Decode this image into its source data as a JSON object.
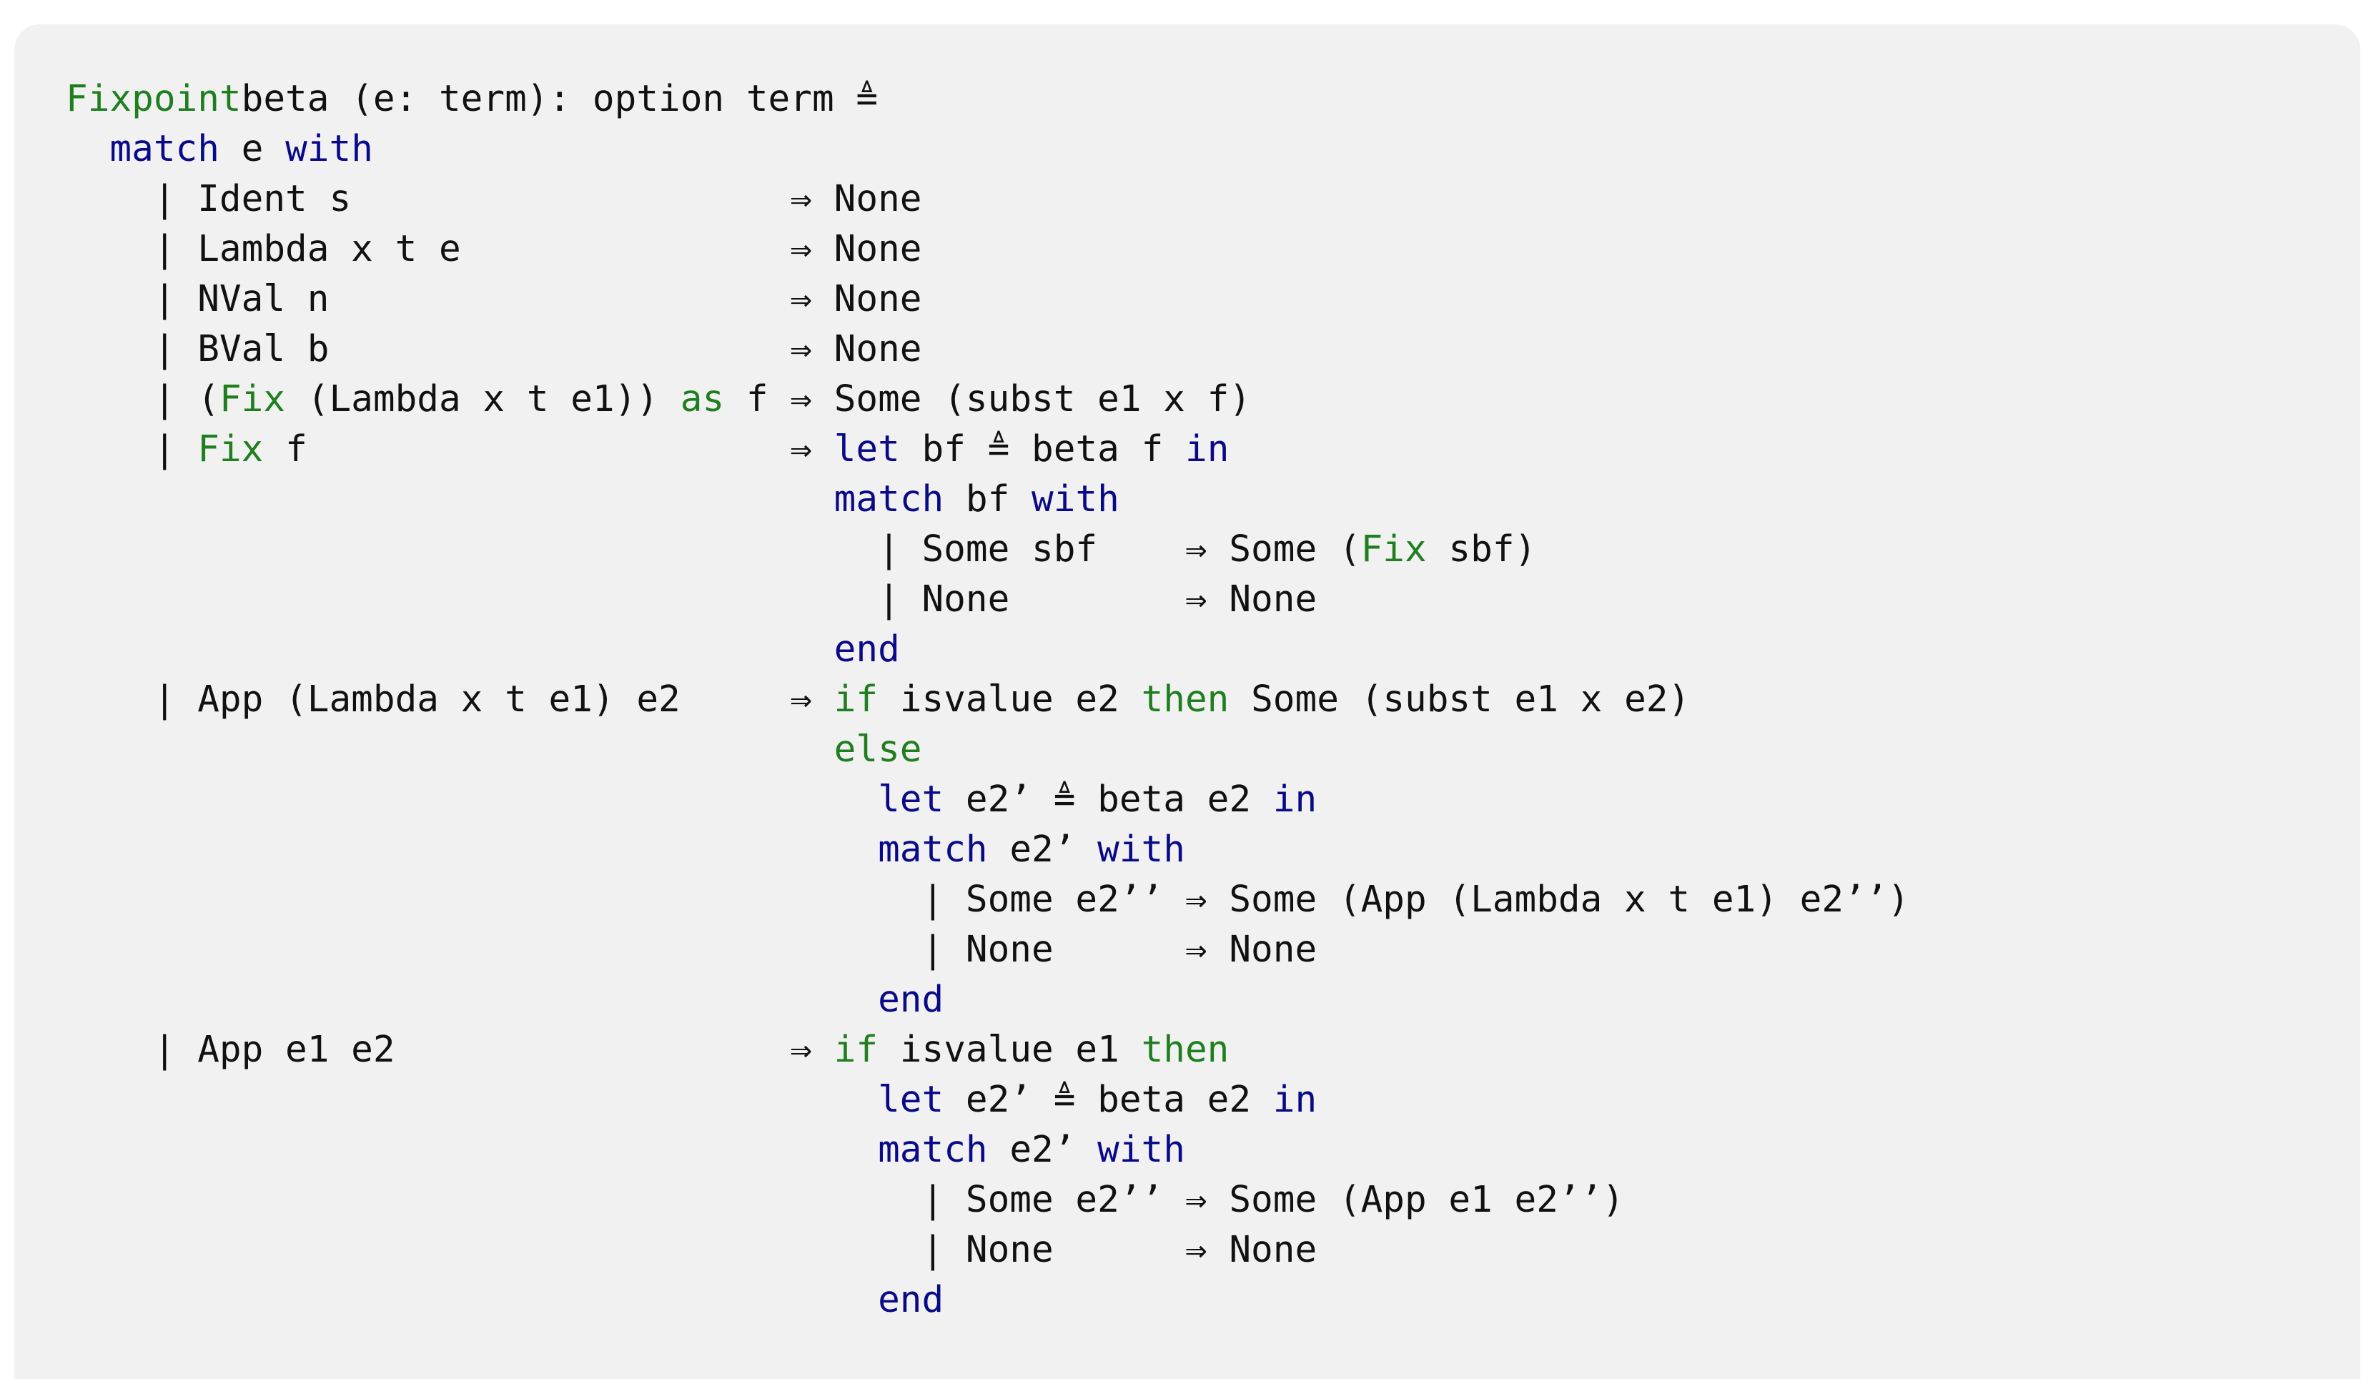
{
  "colors": {
    "background": "#ffffff",
    "panel": "#f1f1f1",
    "text": "#111111",
    "keyword_blue": "#0a0a88",
    "keyword_green": "#1f7f1f"
  },
  "code_lines": [
    [
      [
        "kg",
        "Fixpoint"
      ],
      [
        "",
        "beta (e: term): option term ≜"
      ]
    ],
    [
      [
        "",
        "  "
      ],
      [
        "kw",
        "match"
      ],
      [
        "",
        " e "
      ],
      [
        "kw",
        "with"
      ]
    ],
    [
      [
        "",
        "    | Ident s                    ⇒ None"
      ]
    ],
    [
      [
        "",
        "    | Lambda x t e               ⇒ None"
      ]
    ],
    [
      [
        "",
        "    | NVal n                     ⇒ None"
      ]
    ],
    [
      [
        "",
        "    | BVal b                     ⇒ None"
      ]
    ],
    [
      [
        "",
        "    | ("
      ],
      [
        "kg",
        "Fix"
      ],
      [
        "",
        " (Lambda x t e1)) "
      ],
      [
        "kg",
        "as"
      ],
      [
        "",
        " f ⇒ Some (subst e1 x f)"
      ]
    ],
    [
      [
        "",
        "    | "
      ],
      [
        "kg",
        "Fix"
      ],
      [
        "",
        " f                      ⇒ "
      ],
      [
        "kw",
        "let"
      ],
      [
        "",
        " bf ≜ beta f "
      ],
      [
        "kw",
        "in"
      ]
    ],
    [
      [
        "",
        "                                   "
      ],
      [
        "kw",
        "match"
      ],
      [
        "",
        " bf "
      ],
      [
        "kw",
        "with"
      ]
    ],
    [
      [
        "",
        "                                     | Some sbf    ⇒ Some ("
      ],
      [
        "kg",
        "Fix"
      ],
      [
        "",
        " sbf)"
      ]
    ],
    [
      [
        "",
        "                                     | None        ⇒ None"
      ]
    ],
    [
      [
        "",
        "                                   "
      ],
      [
        "kw",
        "end"
      ]
    ],
    [
      [
        "",
        "    | App (Lambda x t e1) e2     ⇒ "
      ],
      [
        "kg",
        "if"
      ],
      [
        "",
        " isvalue e2 "
      ],
      [
        "kg",
        "then"
      ],
      [
        "",
        " Some (subst e1 x e2)"
      ]
    ],
    [
      [
        "",
        "                                   "
      ],
      [
        "kg",
        "else"
      ]
    ],
    [
      [
        "",
        "                                     "
      ],
      [
        "kw",
        "let"
      ],
      [
        "",
        " e2’ ≜ beta e2 "
      ],
      [
        "kw",
        "in"
      ]
    ],
    [
      [
        "",
        "                                     "
      ],
      [
        "kw",
        "match"
      ],
      [
        "",
        " e2’ "
      ],
      [
        "kw",
        "with"
      ]
    ],
    [
      [
        "",
        "                                       | Some e2’’ ⇒ Some (App (Lambda x t e1) e2’’)"
      ]
    ],
    [
      [
        "",
        "                                       | None      ⇒ None"
      ]
    ],
    [
      [
        "",
        "                                     "
      ],
      [
        "kw",
        "end"
      ]
    ],
    [
      [
        "",
        "    | App e1 e2                  ⇒ "
      ],
      [
        "kg",
        "if"
      ],
      [
        "",
        " isvalue e1 "
      ],
      [
        "kg",
        "then"
      ]
    ],
    [
      [
        "",
        "                                     "
      ],
      [
        "kw",
        "let"
      ],
      [
        "",
        " e2’ ≜ beta e2 "
      ],
      [
        "kw",
        "in"
      ]
    ],
    [
      [
        "",
        "                                     "
      ],
      [
        "kw",
        "match"
      ],
      [
        "",
        " e2’ "
      ],
      [
        "kw",
        "with"
      ]
    ],
    [
      [
        "",
        "                                       | Some e2’’ ⇒ Some (App e1 e2’’)"
      ]
    ],
    [
      [
        "",
        "                                       | None      ⇒ None"
      ]
    ],
    [
      [
        "",
        "                                     "
      ],
      [
        "kw",
        "end"
      ]
    ]
  ]
}
